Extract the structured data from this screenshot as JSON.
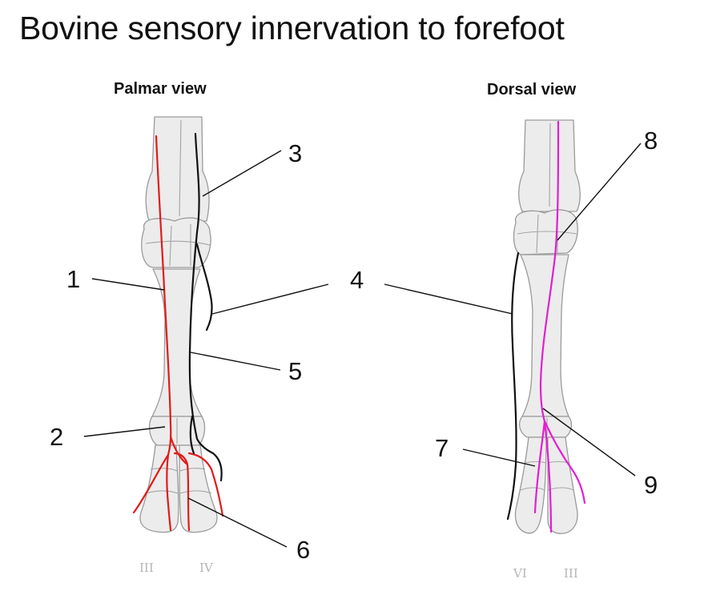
{
  "title": "Bovine sensory innervation to forefoot",
  "views": {
    "palmar": {
      "title": "Palmar view",
      "digits": [
        "III",
        "IV"
      ]
    },
    "dorsal": {
      "title": "Dorsal view",
      "digits": [
        "VI",
        "III"
      ]
    }
  },
  "labels": [
    "1",
    "2",
    "3",
    "4",
    "5",
    "6",
    "7",
    "8",
    "9"
  ],
  "colors": {
    "palmar_nerve": "#e11b1b",
    "dorsal_nerve": "#e21fd2",
    "black_nerve": "#111111",
    "bone_fill": "#ececec",
    "bone_outline": "#9a9a9a"
  }
}
